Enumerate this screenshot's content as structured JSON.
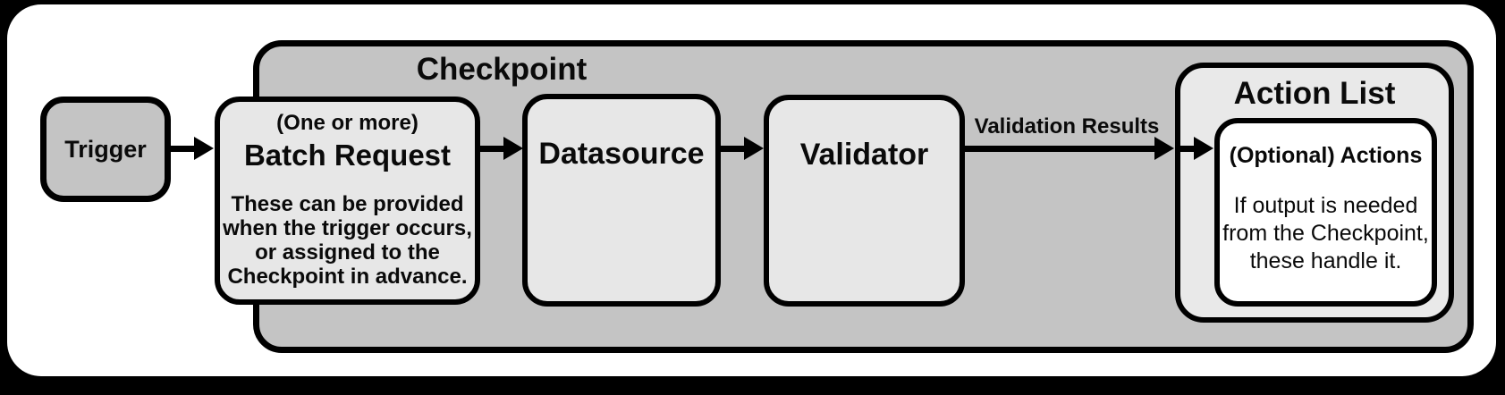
{
  "diagram": {
    "trigger": {
      "label": "Trigger"
    },
    "checkpoint": {
      "title": "Checkpoint",
      "batch_request": {
        "subtitle": "(One or more)",
        "title": "Batch Request",
        "description": "These can be provided\nwhen the trigger occurs,\nor assigned to the\nCheckpoint in advance."
      },
      "datasource": {
        "title": "Datasource"
      },
      "validator": {
        "title": "Validator"
      },
      "action_list": {
        "title": "Action List",
        "optional_actions": {
          "title": "(Optional) Actions",
          "description": "If output is needed\nfrom the Checkpoint,\nthese handle it."
        }
      }
    },
    "arrows": {
      "validation_results_label": "Validation Results"
    },
    "colors": {
      "background": "#000000",
      "panel_white": "#ffffff",
      "container_gray": "#c4c4c4",
      "node_gray": "#e7e7e7",
      "action_list_gray": "#e9e9e9",
      "inner_box_white": "#ffffff",
      "border_black": "#000000"
    }
  }
}
